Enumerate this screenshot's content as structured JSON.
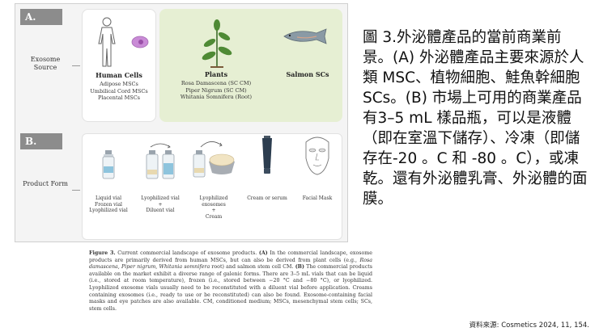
{
  "figure": {
    "row_a": {
      "label": "A.",
      "side_title": "Exosome Source",
      "human": {
        "title": "Human Cells",
        "lines": [
          "Adipose MSCs",
          "Umbilical Cord MSCs",
          "Placental MSCs"
        ]
      },
      "plants": {
        "title": "Plants",
        "lines": [
          "Rosa Damascena (SC CM)",
          "Piper Nigrum (SC CM)",
          "Whitania Somnifera (Root)"
        ]
      },
      "salmon": {
        "title": "Salmon SCs"
      }
    },
    "row_b": {
      "label": "B.",
      "side_title": "Product Form",
      "products": [
        {
          "lines": [
            "Liquid vial",
            "Frozen vial",
            "Lyophilized vial"
          ]
        },
        {
          "lines": [
            "Lyophilized vial",
            "+",
            "Diluent vial"
          ]
        },
        {
          "lines": [
            "Lyophilized",
            "exosomes",
            "+",
            "Cream"
          ]
        },
        {
          "lines": [
            "Cream or serum"
          ]
        },
        {
          "lines": [
            "Facial Mask"
          ]
        }
      ]
    }
  },
  "caption": {
    "label": "Figure 3.",
    "text_1": " Current commercial landscape of exosome products. ",
    "a": "(A)",
    "text_2": " In the commercial landscape, exosome products are primarily derived from human MSCs, but can also be derived from plant cells (e.g., ",
    "italic_1": "Rosa damascena, Piper nigrum, Whitania somnifera",
    "text_3": " root) and salmon stem cell CM. ",
    "b": "(B)",
    "text_4": " The commercial products available on the market exhibit a diverse range of galenic forms. There are 3–5 mL vials that can be liquid (i.e., stored at room temperature), frozen (i.e., stored between −20 °C and −80 °C), or lyophilized. Lyophilized exosome vials usually need to be reconstituted with a diluent vial before application. Creams containing exosomes (i.e., ready to use or be reconstituted) can also be found. Exosome-containing facial masks and eye patches are also available. CM, conditioned medium; MSCs, mesenchymal stem cells; SCs, stem cells."
  },
  "description": "圖 3.外泌體產品的當前商業前景。(A) 外泌體產品主要來源於人類 MSC、植物細胞、鮭魚幹細胞SCs。(B) 市場上可用的商業產品有3–5 mL 樣品瓶，可以是液體（即在室溫下儲存）、冷凍（即儲存在-20 。C 和 -80 。C），或凍乾。還有外泌體乳膏、外泌體的面膜。",
  "source": "資料來源: Cosmetics 2024, 11, 154.",
  "colors": {
    "plants_panel": "#e6efd3",
    "label_box": "#8c8c8c",
    "cell": "#c98bd6"
  }
}
